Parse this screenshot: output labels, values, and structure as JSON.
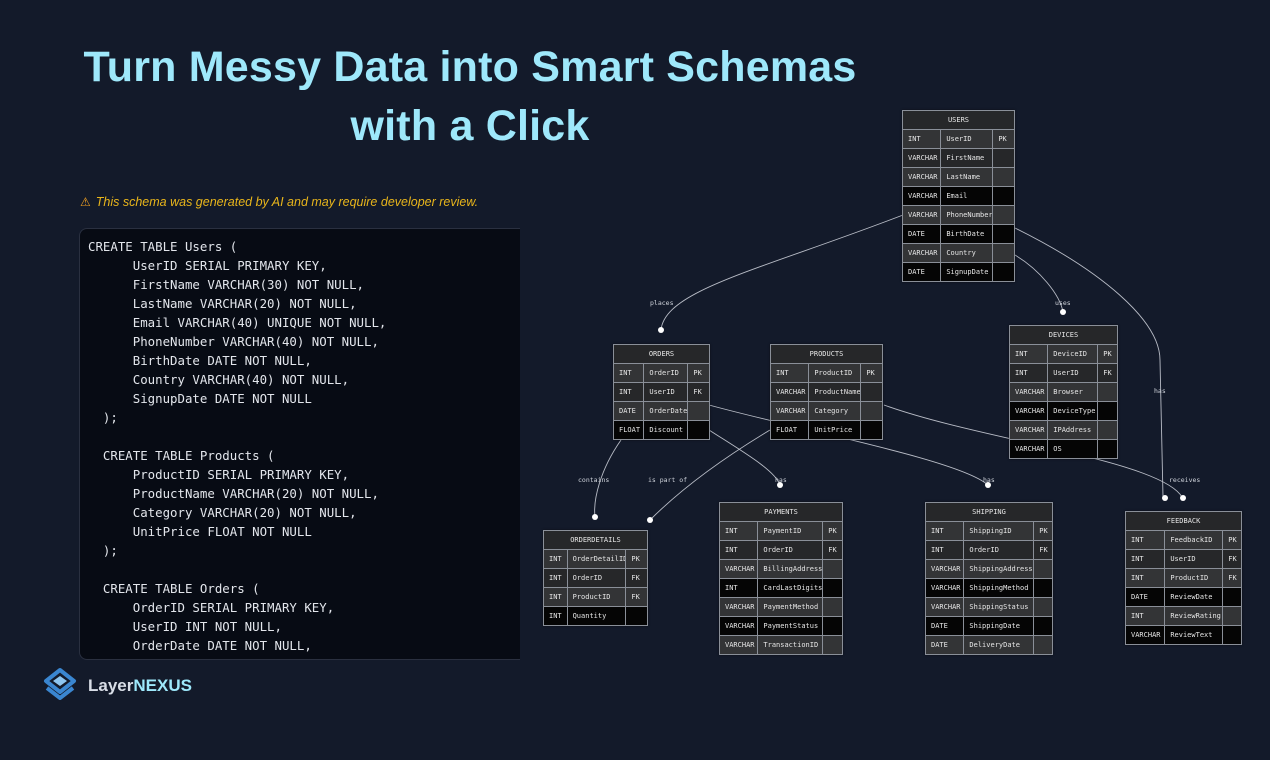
{
  "headline": {
    "line1": "Turn Messy Data into Smart Schemas",
    "line2": "with a Click"
  },
  "warning": {
    "icon": "warning-triangle-icon",
    "text": "This schema was generated by AI and may require developer review."
  },
  "code": {
    "language": "sql",
    "text": "CREATE TABLE Users (\n      UserID SERIAL PRIMARY KEY,\n      FirstName VARCHAR(30) NOT NULL,\n      LastName VARCHAR(20) NOT NULL,\n      Email VARCHAR(40) UNIQUE NOT NULL,\n      PhoneNumber VARCHAR(40) NOT NULL,\n      BirthDate DATE NOT NULL,\n      Country VARCHAR(40) NOT NULL,\n      SignupDate DATE NOT NULL\n  );\n\n  CREATE TABLE Products (\n      ProductID SERIAL PRIMARY KEY,\n      ProductName VARCHAR(20) NOT NULL,\n      Category VARCHAR(20) NOT NULL,\n      UnitPrice FLOAT NOT NULL\n  );\n\n  CREATE TABLE Orders (\n      OrderID SERIAL PRIMARY KEY,\n      UserID INT NOT NULL,\n      OrderDate DATE NOT NULL,"
  },
  "brand": {
    "name_part1": "Layer",
    "name_part2": "NEXUS",
    "icon": "layers-logo-icon"
  },
  "colors": {
    "background": "#131a2a",
    "headline": "#9ee8fb",
    "warning": "#e8b51b"
  },
  "entities": [
    {
      "id": "users",
      "name": "USERS",
      "rows": [
        {
          "type": "INT",
          "field": "UserID",
          "key": "PK",
          "shade": "light"
        },
        {
          "type": "VARCHAR",
          "field": "FirstName",
          "key": "",
          "shade": "mid"
        },
        {
          "type": "VARCHAR",
          "field": "LastName",
          "key": "",
          "shade": "light"
        },
        {
          "type": "VARCHAR",
          "field": "Email",
          "key": "",
          "shade": "dark"
        },
        {
          "type": "VARCHAR",
          "field": "PhoneNumber",
          "key": "",
          "shade": "light"
        },
        {
          "type": "DATE",
          "field": "BirthDate",
          "key": "",
          "shade": "dark"
        },
        {
          "type": "VARCHAR",
          "field": "Country",
          "key": "",
          "shade": "light"
        },
        {
          "type": "DATE",
          "field": "SignupDate",
          "key": "",
          "shade": "dark"
        }
      ]
    },
    {
      "id": "orders",
      "name": "ORDERS",
      "rows": [
        {
          "type": "INT",
          "field": "OrderID",
          "key": "PK",
          "shade": "light"
        },
        {
          "type": "INT",
          "field": "UserID",
          "key": "FK",
          "shade": "mid"
        },
        {
          "type": "DATE",
          "field": "OrderDate",
          "key": "",
          "shade": "light"
        },
        {
          "type": "FLOAT",
          "field": "Discount",
          "key": "",
          "shade": "dark"
        }
      ]
    },
    {
      "id": "products",
      "name": "PRODUCTS",
      "rows": [
        {
          "type": "INT",
          "field": "ProductID",
          "key": "PK",
          "shade": "light"
        },
        {
          "type": "VARCHAR",
          "field": "ProductName",
          "key": "",
          "shade": "mid"
        },
        {
          "type": "VARCHAR",
          "field": "Category",
          "key": "",
          "shade": "light"
        },
        {
          "type": "FLOAT",
          "field": "UnitPrice",
          "key": "",
          "shade": "dark"
        }
      ]
    },
    {
      "id": "devices",
      "name": "DEVICES",
      "rows": [
        {
          "type": "INT",
          "field": "DeviceID",
          "key": "PK",
          "shade": "light"
        },
        {
          "type": "INT",
          "field": "UserID",
          "key": "FK",
          "shade": "mid"
        },
        {
          "type": "VARCHAR",
          "field": "Browser",
          "key": "",
          "shade": "light"
        },
        {
          "type": "VARCHAR",
          "field": "DeviceType",
          "key": "",
          "shade": "dark"
        },
        {
          "type": "VARCHAR",
          "field": "IPAddress",
          "key": "",
          "shade": "light"
        },
        {
          "type": "VARCHAR",
          "field": "OS",
          "key": "",
          "shade": "dark"
        }
      ]
    },
    {
      "id": "orderdetails",
      "name": "ORDERDETAILS",
      "rows": [
        {
          "type": "INT",
          "field": "OrderDetailID",
          "key": "PK",
          "shade": "light"
        },
        {
          "type": "INT",
          "field": "OrderID",
          "key": "FK",
          "shade": "mid"
        },
        {
          "type": "INT",
          "field": "ProductID",
          "key": "FK",
          "shade": "light"
        },
        {
          "type": "INT",
          "field": "Quantity",
          "key": "",
          "shade": "dark"
        }
      ]
    },
    {
      "id": "payments",
      "name": "PAYMENTS",
      "rows": [
        {
          "type": "INT",
          "field": "PaymentID",
          "key": "PK",
          "shade": "light"
        },
        {
          "type": "INT",
          "field": "OrderID",
          "key": "FK",
          "shade": "mid"
        },
        {
          "type": "VARCHAR",
          "field": "BillingAddress",
          "key": "",
          "shade": "light"
        },
        {
          "type": "INT",
          "field": "CardLastDigits",
          "key": "",
          "shade": "dark"
        },
        {
          "type": "VARCHAR",
          "field": "PaymentMethod",
          "key": "",
          "shade": "light"
        },
        {
          "type": "VARCHAR",
          "field": "PaymentStatus",
          "key": "",
          "shade": "dark"
        },
        {
          "type": "VARCHAR",
          "field": "TransactionID",
          "key": "",
          "shade": "light"
        }
      ]
    },
    {
      "id": "shipping",
      "name": "SHIPPING",
      "rows": [
        {
          "type": "INT",
          "field": "ShippingID",
          "key": "PK",
          "shade": "light"
        },
        {
          "type": "INT",
          "field": "OrderID",
          "key": "FK",
          "shade": "mid"
        },
        {
          "type": "VARCHAR",
          "field": "ShippingAddress",
          "key": "",
          "shade": "light"
        },
        {
          "type": "VARCHAR",
          "field": "ShippingMethod",
          "key": "",
          "shade": "dark"
        },
        {
          "type": "VARCHAR",
          "field": "ShippingStatus",
          "key": "",
          "shade": "light"
        },
        {
          "type": "DATE",
          "field": "ShippingDate",
          "key": "",
          "shade": "dark"
        },
        {
          "type": "DATE",
          "field": "DeliveryDate",
          "key": "",
          "shade": "light"
        }
      ]
    },
    {
      "id": "feedback",
      "name": "FEEDBACK",
      "rows": [
        {
          "type": "INT",
          "field": "FeedbackID",
          "key": "PK",
          "shade": "light"
        },
        {
          "type": "INT",
          "field": "UserID",
          "key": "FK",
          "shade": "mid"
        },
        {
          "type": "INT",
          "field": "ProductID",
          "key": "FK",
          "shade": "light"
        },
        {
          "type": "DATE",
          "field": "ReviewDate",
          "key": "",
          "shade": "dark"
        },
        {
          "type": "INT",
          "field": "ReviewRating",
          "key": "",
          "shade": "light"
        },
        {
          "type": "VARCHAR",
          "field": "ReviewText",
          "key": "",
          "shade": "dark"
        }
      ]
    }
  ],
  "relationships": [
    {
      "from": "users",
      "to": "orders",
      "label": "places"
    },
    {
      "from": "users",
      "to": "devices",
      "label": "uses"
    },
    {
      "from": "users",
      "to": "feedback",
      "label": "has"
    },
    {
      "from": "orders",
      "to": "orderdetails",
      "label": "contains"
    },
    {
      "from": "products",
      "to": "orderdetails",
      "label": "is part of"
    },
    {
      "from": "orders",
      "to": "payments",
      "label": "has"
    },
    {
      "from": "orders",
      "to": "shipping",
      "label": "has"
    },
    {
      "from": "products",
      "to": "feedback",
      "label": "receives"
    }
  ]
}
